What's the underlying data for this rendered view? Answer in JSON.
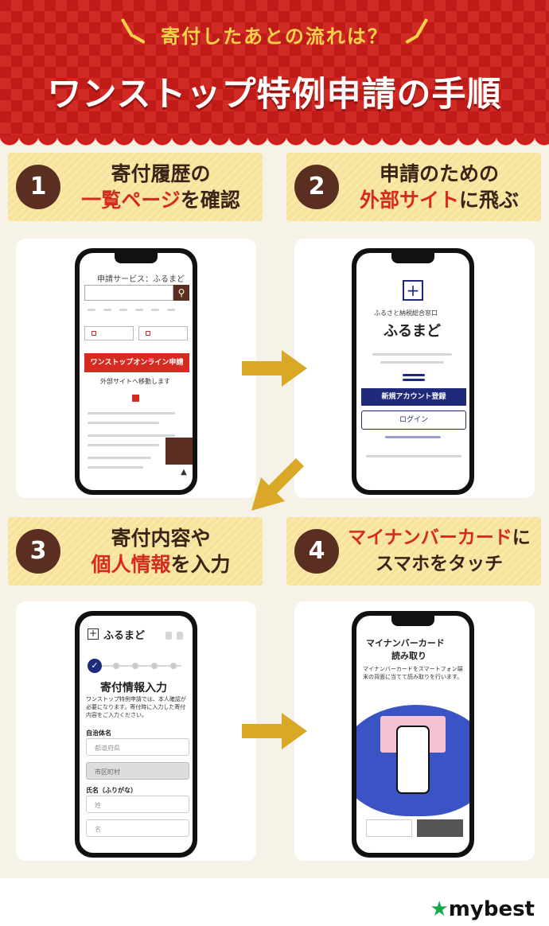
{
  "header": {
    "subtitle": "寄付したあとの流れは？",
    "title": "ワンストップ特例申請の手順"
  },
  "steps": [
    {
      "num": "1",
      "line1": "寄付履歴の",
      "line2a": "一覧ページ",
      "line2b": "を確認"
    },
    {
      "num": "2",
      "line1": "申請のための",
      "line2a": "外部サイト",
      "line2b": "に飛ぶ"
    },
    {
      "num": "3",
      "line1": "寄付内容や",
      "line2a": "個人情報",
      "line2b": "を入力"
    },
    {
      "num": "4",
      "line1a": "マイナンバーカード",
      "line1b": "に",
      "line2": "スマホをタッチ"
    }
  ],
  "phone1": {
    "service": "申請サービス：ふるまど",
    "button": "ワンストップオンライン申請",
    "note": "外部サイトへ移動します"
  },
  "phone2": {
    "brand_small": "ふるさと納税総合窓口",
    "brand": "ふるまど",
    "register": "新規アカウント登録",
    "login": "ログイン"
  },
  "phone3": {
    "brand": "ふるまど",
    "heading": "寄付情報入力",
    "desc": "ワンストップ特例申請では、本人確認が必要になります。寄付時に入力した寄付内容をご入力ください。",
    "label_city": "自治体名",
    "prefecture": "都道府県",
    "city": "市区町村",
    "label_name": "氏名（ふりがな）",
    "surname": "姓",
    "given": "名"
  },
  "phone4": {
    "heading1": "マイナンバーカード",
    "heading2": "読み取り",
    "desc": "マイナンバーカードをスマートフォン端末の背面に当てて読み取りを行います。"
  },
  "logo": "mybest",
  "colors": {
    "red": "#c9211d",
    "banner": "#f8e39a",
    "navy": "#1f2a7a",
    "arrow": "#d9a826"
  }
}
